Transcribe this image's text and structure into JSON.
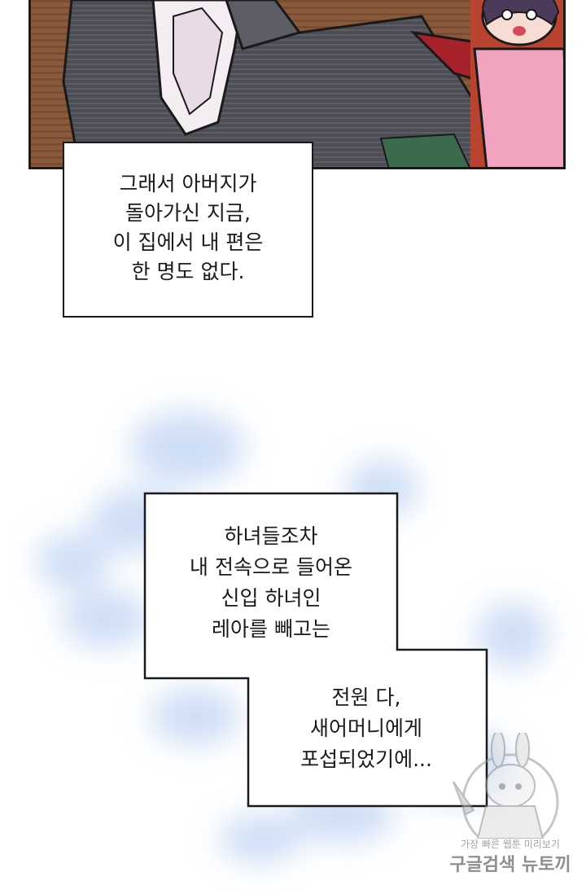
{
  "caption_top": {
    "lines": [
      "그래서 아버지가",
      "돌아가신 지금,",
      "이 집에서 내 편은",
      "한 명도 없다."
    ]
  },
  "caption_bottom": {
    "part_a": [
      "하녀들조차",
      "내 전속으로 들어온",
      "신입 하녀인",
      "레아를 빼고는"
    ],
    "part_b": [
      "전원 다,",
      "새어머니에게",
      "포섭되었기에..."
    ]
  },
  "watermark": {
    "small_text": "가장 빠른 웹툰 미리보기",
    "big_text": "구글검색 뉴토끼"
  },
  "colors": {
    "panel_bg": "#8a5a3c",
    "suit": "#4a4a50",
    "cloud": "#c9dbf5",
    "pink_dress": "#f2a3c0",
    "red_sleeve": "#a8222b"
  }
}
